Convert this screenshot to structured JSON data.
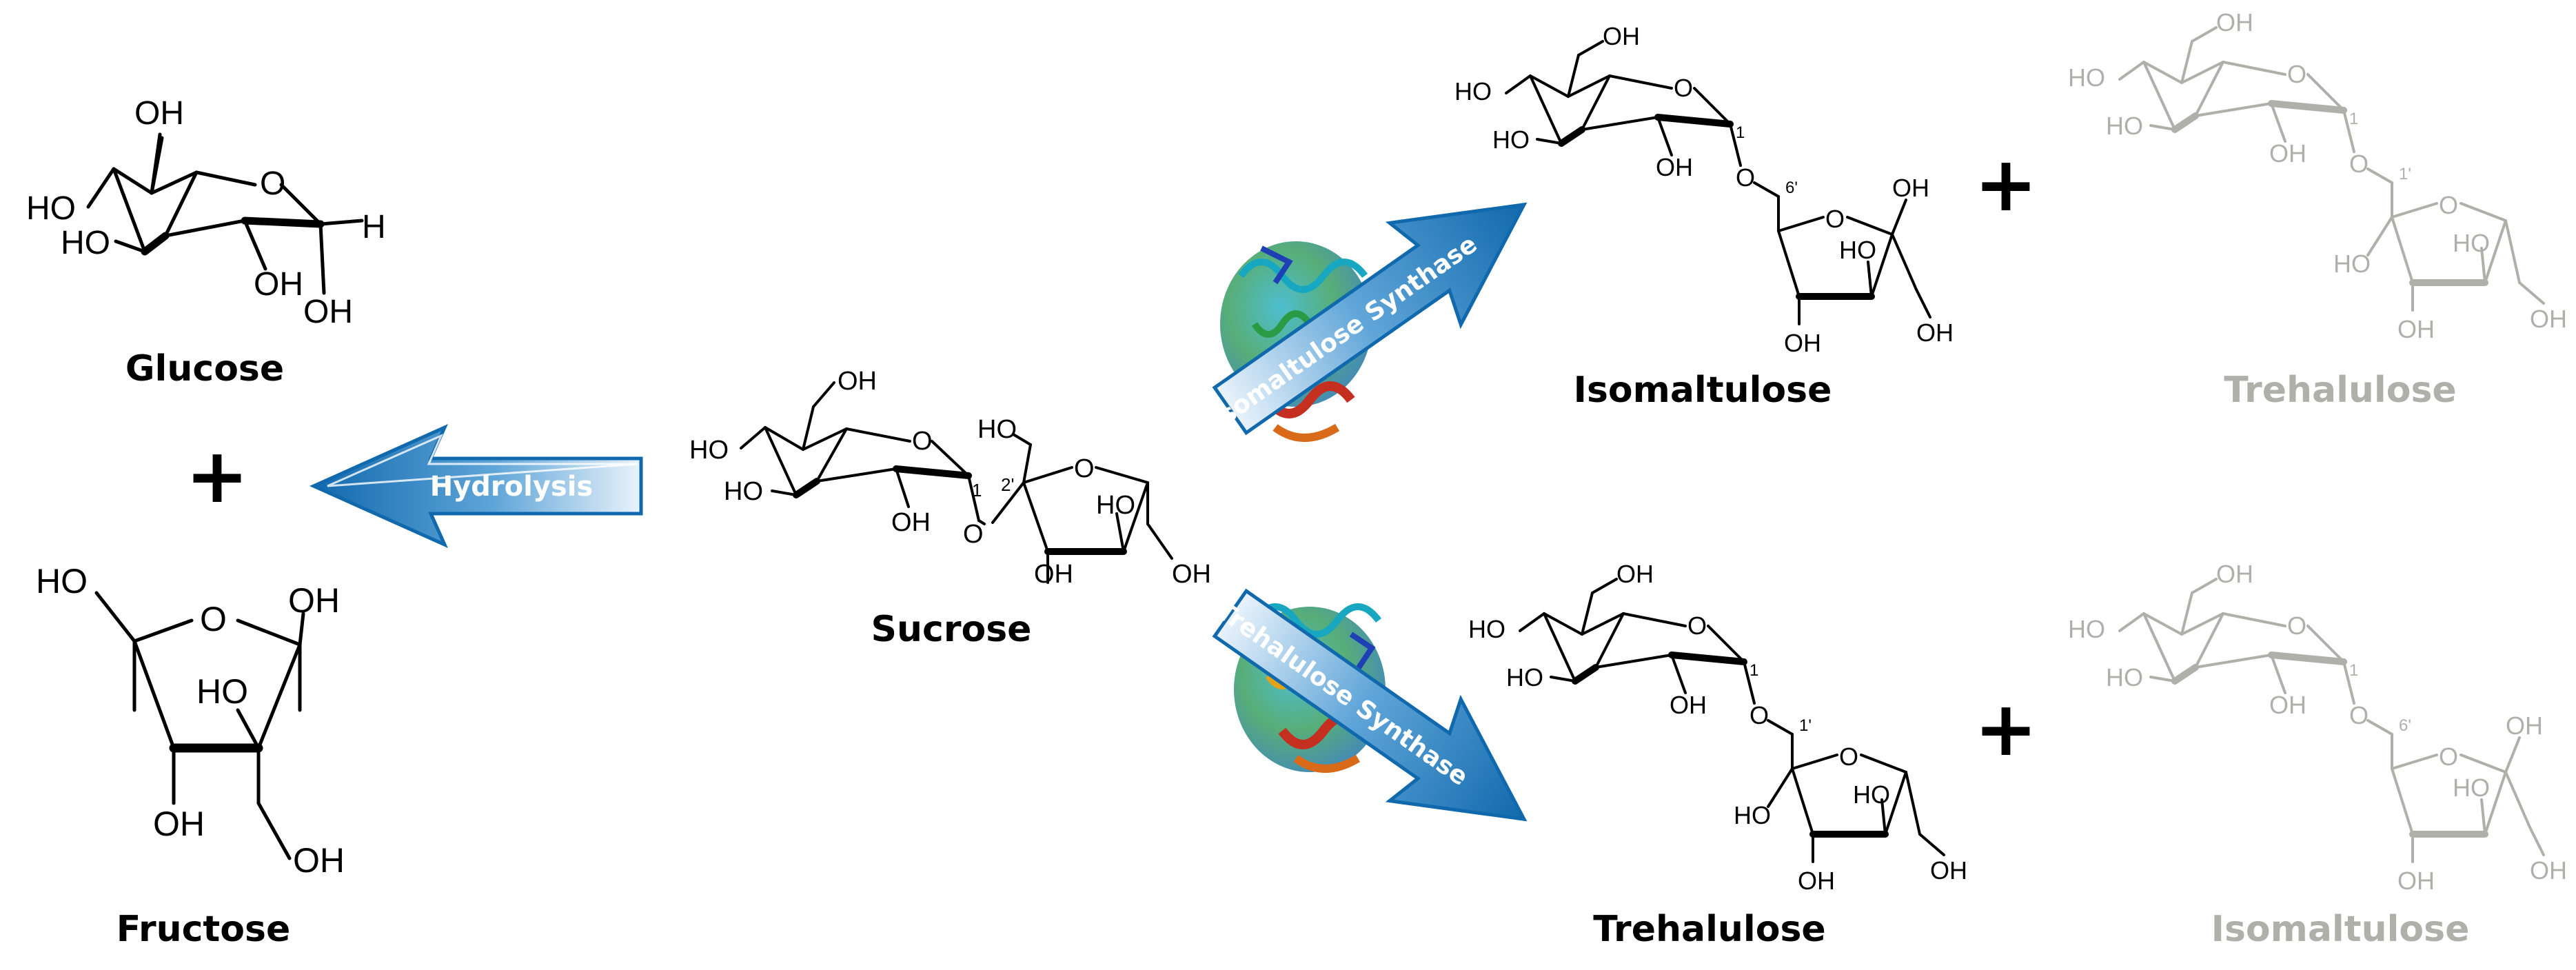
{
  "diagram": {
    "colors": {
      "ink": "#000000",
      "faded": "#b0b0aa",
      "arrow_dark": "#1169ad",
      "arrow_light": "#eaf3fb"
    },
    "atom_labels": {
      "oh": "OH",
      "ho": "HO",
      "o": "O",
      "h": "H"
    },
    "locants": {
      "one": "1",
      "two_prime": "2'",
      "six_prime": "6'",
      "one_prime": "1'"
    },
    "molecules": {
      "glucose": "Glucose",
      "fructose": "Fructose",
      "sucrose": "Sucrose",
      "isomaltulose_main": "Isomaltulose",
      "trehalulose_side": "Trehalulose",
      "trehalulose_main": "Trehalulose",
      "isomaltulose_side": "Isomaltulose"
    },
    "plus": "+",
    "arrows": {
      "hydrolysis": "Hydrolysis",
      "isomaltulose_synthase": "Isomaltulose Synthase",
      "trehalulose_synthase": "Trehalulose Synthase"
    },
    "icons": [
      "enzyme-structure-icon",
      "enzyme-structure-icon"
    ]
  }
}
